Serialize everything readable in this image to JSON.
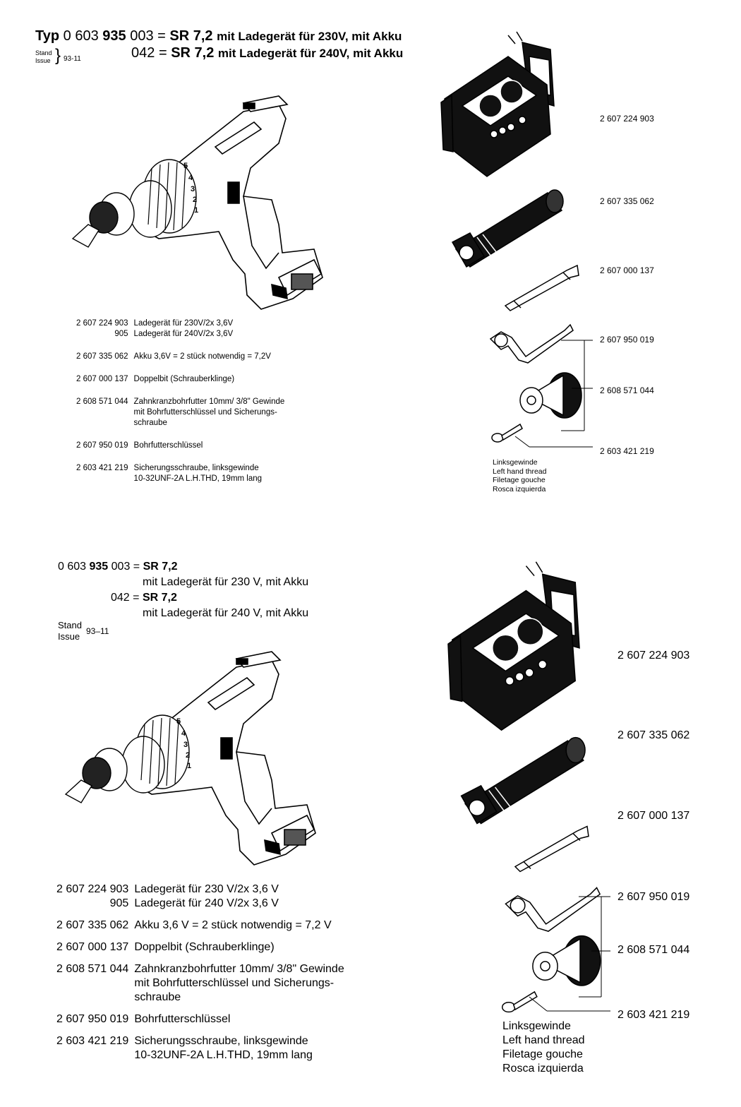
{
  "header": {
    "typ_label": "Typ",
    "code_prefix": "0 603",
    "code_mid": "935",
    "variant1_code": "003",
    "equals": "=",
    "model": "SR 7,2",
    "variant1_desc": "mit Ladegerät für 230V, mit Akku",
    "variant2_code": "042",
    "variant2_desc": "mit Ladegerät für 240V, mit Akku",
    "stand_label": "Stand",
    "issue_label": "Issue",
    "issue_value": "93-11"
  },
  "callouts": {
    "charger": "2 607 224 903",
    "battery": "2 607 335 062",
    "bit": "2 607 000 137",
    "key": "2 607 950 019",
    "chuck": "2 608 571 044",
    "screw": "2 603 421 219"
  },
  "thread_note": [
    "Linksgewinde",
    "Left hand thread",
    "Filetage gouche",
    "Rosca izquierda"
  ],
  "parts": [
    {
      "number": "2 607 224 903",
      "lines": [
        "Ladegerät für 230V/2x 3,6V"
      ]
    },
    {
      "number": "905",
      "lines": [
        "Ladegerät für 240V/2x 3,6V"
      ]
    },
    {
      "number": "2 607 335 062",
      "lines": [
        "Akku 3,6V = 2 stück notwendig = 7,2V"
      ]
    },
    {
      "number": "2 607 000 137",
      "lines": [
        "Doppelbit (Schrauberklinge)"
      ]
    },
    {
      "number": "2 608 571 044",
      "lines": [
        "Zahnkranzbohrfutter 10mm/ 3/8\" Gewinde",
        "mit Bohrfutterschlüssel und Sicherungs-",
        "schraube"
      ]
    },
    {
      "number": "2 607 950 019",
      "lines": [
        "Bohrfutterschlüssel"
      ]
    },
    {
      "number": "2 603 421 219",
      "lines": [
        "Sicherungsschraube, linksgewinde",
        "10-32UNF-2A L.H.THD, 19mm lang"
      ]
    }
  ],
  "section2": {
    "line1_prefix": "0 603",
    "line1_mid": "935",
    "line1_code": "003 =",
    "model": "SR 7,2",
    "desc1": "mit Ladegerät für 230 V, mit Akku",
    "line2_code": "042 =",
    "desc2": "mit Ladegerät für 240 V, mit Akku",
    "stand_label": "Stand",
    "issue_label": "Issue",
    "issue_value": "93–11",
    "parts": [
      {
        "number": "2 607 224 903",
        "lines": [
          "Ladegerät für 230 V/2x 3,6 V"
        ]
      },
      {
        "number": "905",
        "lines": [
          "Ladegerät für 240 V/2x 3,6 V"
        ]
      },
      {
        "number": "2 607 335 062",
        "lines": [
          "Akku 3,6 V = 2 stück notwendig = 7,2 V"
        ]
      },
      {
        "number": "2 607 000 137",
        "lines": [
          "Doppelbit (Schrauberklinge)"
        ]
      },
      {
        "number": "2 608 571 044",
        "lines": [
          "Zahnkranzbohrfutter 10mm/ 3/8\" Gewinde",
          "mit Bohrfutterschlüssel und Sicherungs-",
          "schraube"
        ]
      },
      {
        "number": "2 607 950 019",
        "lines": [
          "Bohrfutterschlüssel"
        ]
      },
      {
        "number": "2 603 421 219",
        "lines": [
          "Sicherungsschraube, linksgewinde",
          "10-32UNF-2A L.H.THD, 19mm lang"
        ]
      }
    ]
  }
}
